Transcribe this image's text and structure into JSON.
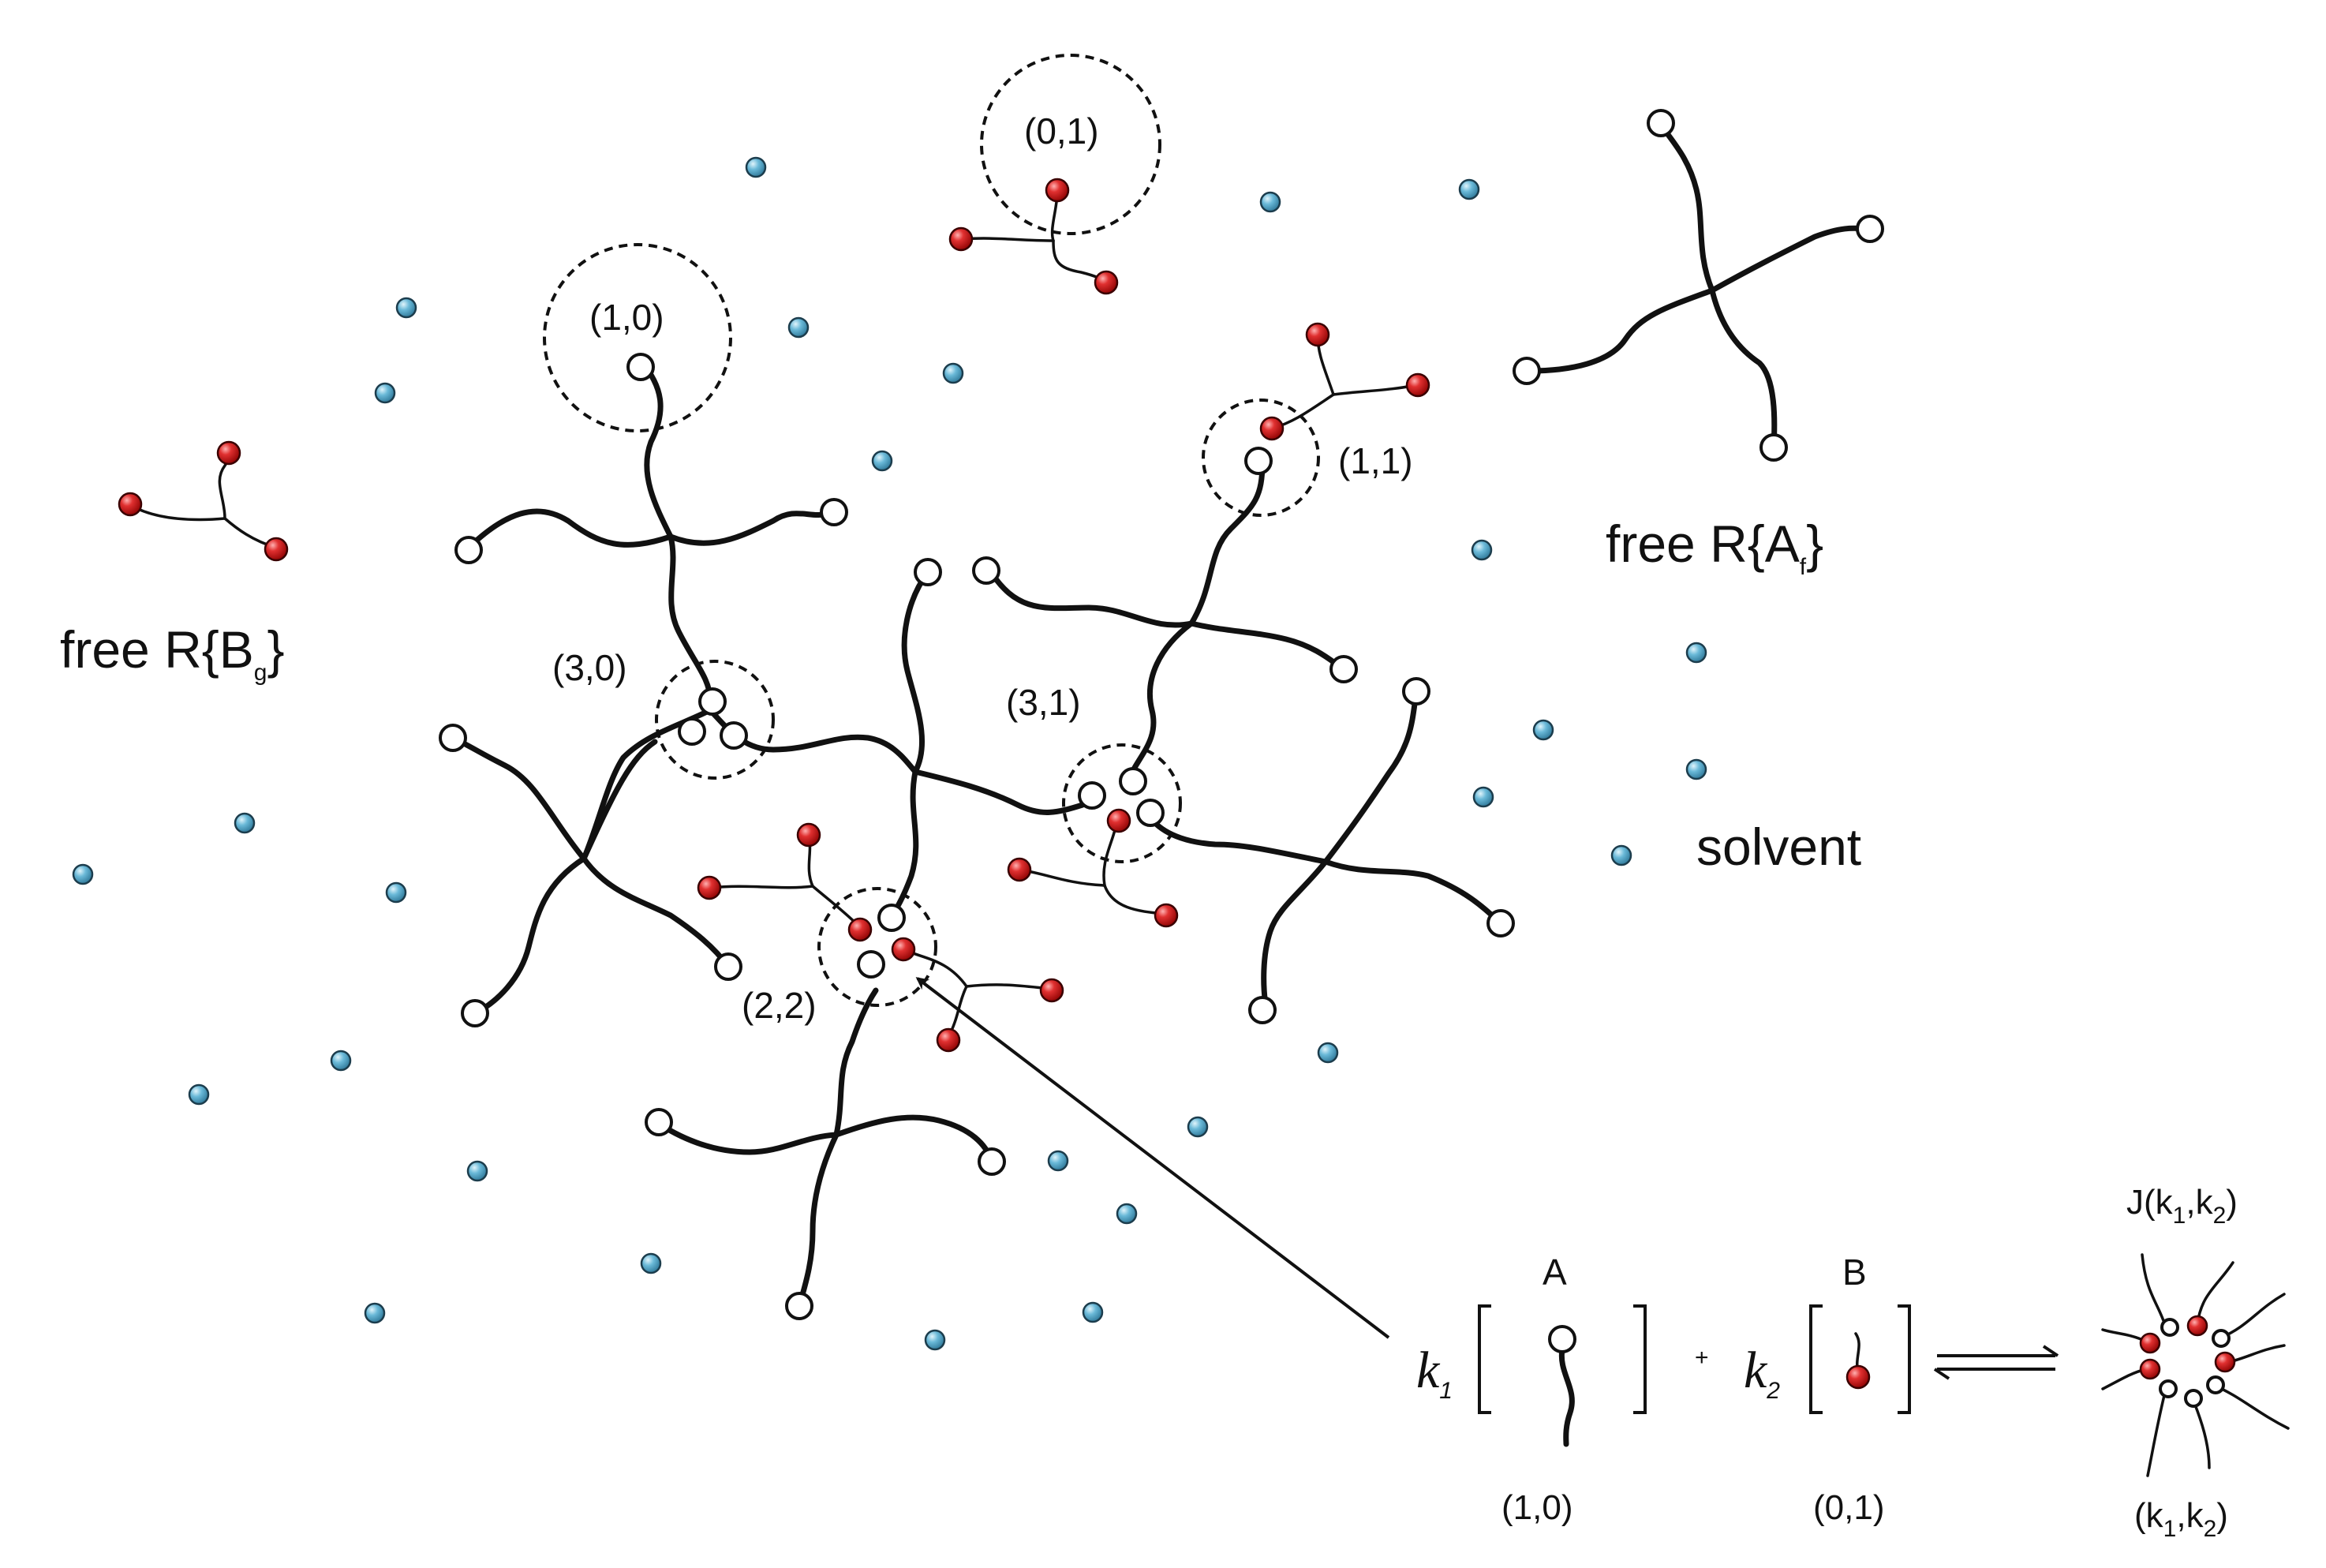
{
  "labels": {
    "free_b": "free R{B",
    "free_b_sub": "g",
    "free_b_close": "}",
    "free_a": "free R{A",
    "free_a_sub": "f",
    "free_a_close": "}",
    "solvent": "solvent",
    "c10": "(1,0)",
    "c01": "(0,1)",
    "c11": "(1,1)",
    "c30": "(3,0)",
    "c31": "(3,1)",
    "c22": "(2,2)"
  },
  "equation": {
    "k": "k",
    "k1_sub": "1",
    "k2_sub": "2",
    "plus": "+",
    "a_label": "A",
    "b_label": "B",
    "a_tag": "(1,0)",
    "b_tag": "(0,1)",
    "j_label": "J(k",
    "j_sub1": "1",
    "j_mid": ",k",
    "j_sub2": "2",
    "j_close": ")",
    "k_tag_open": "(k",
    "k_tag_sub1": "1",
    "k_tag_mid": ",k",
    "k_tag_sub2": "2",
    "k_tag_close": ")"
  },
  "colors": {
    "a_group": "#ffffff",
    "b_group": "#d42a2a",
    "solvent": "#5aaed0",
    "ink": "#111111"
  }
}
